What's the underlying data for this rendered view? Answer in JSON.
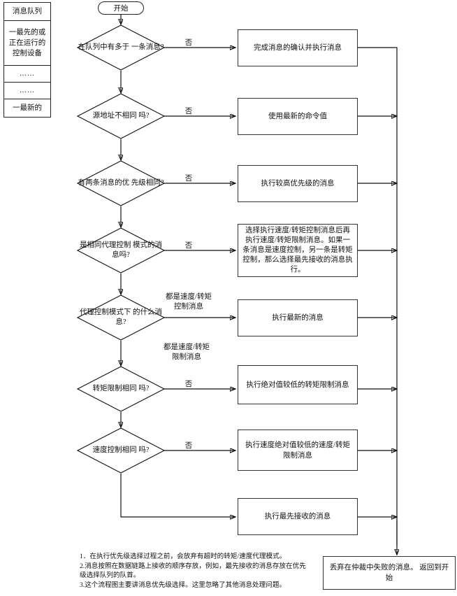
{
  "legend": {
    "title": "消息队列",
    "rows": [
      {
        "text": "消息队列"
      },
      {
        "text": "一最先的或\n正在运行的\n控制设备"
      },
      {
        "text": "……"
      },
      {
        "text": "……"
      },
      {
        "text": "一最新的"
      }
    ]
  },
  "flow": {
    "start": "开始",
    "decisions": [
      {
        "id": "d1",
        "text": "在队列中有多于\n一条消息?"
      },
      {
        "id": "d2",
        "text": "源地址不相同\n吗?"
      },
      {
        "id": "d3",
        "text": "有两条消息的优\n先级相同?"
      },
      {
        "id": "d4",
        "text": "是相同代理控制\n模式的消息吗?"
      },
      {
        "id": "d5",
        "text": "代理控制模式下\n的什么消息?"
      },
      {
        "id": "d6",
        "text": "转矩限制相同\n吗?"
      },
      {
        "id": "d7",
        "text": "速度控制相同\n吗?"
      }
    ],
    "processes": [
      {
        "id": "p1",
        "text": "完成消息的确认并执行消息"
      },
      {
        "id": "p2",
        "text": "使用最新的命令值"
      },
      {
        "id": "p3",
        "text": "执行较高优先级的消息"
      },
      {
        "id": "p4",
        "text": "选择执行速度/转矩控制消息后再执行速度/转矩限制消息。如果一条消息是速度控制，另一条是转矩控制，那么选择最先接收的消息执行。"
      },
      {
        "id": "p5",
        "text": "执行最新的消息"
      },
      {
        "id": "p6",
        "text": "执行绝对值较低的转矩限制消息"
      },
      {
        "id": "p7",
        "text": "执行速度绝对值较低的速度/转矩限制消息"
      },
      {
        "id": "p8",
        "text": "执行最先接收的消息"
      }
    ],
    "end": "丢弃在仲裁中失败的消息。\n返回到开始",
    "edge_labels": [
      {
        "id": "e1",
        "text": "否"
      },
      {
        "id": "e2",
        "text": "否"
      },
      {
        "id": "e3",
        "text": "否"
      },
      {
        "id": "e4",
        "text": "否"
      },
      {
        "id": "e5",
        "text": "都是速度/转矩\n控制消息"
      },
      {
        "id": "e6",
        "text": "都是速度/转矩\n限制消息"
      },
      {
        "id": "e7",
        "text": "否"
      },
      {
        "id": "e8",
        "text": "否"
      }
    ]
  },
  "notes": "1．在执行优先级选择过程之前，会放弃有超时的转矩/速度代理模式。\n2.消息按照在数据链路上接收的顺序存放，例如，最先接收的消息存放在优先级选择队列的队首。\n3.这个流程图主要讲消息优先级选择。这里忽略了其他消息处理问题。",
  "colors": {
    "line": "#111111",
    "box_border": "#333333",
    "background": "#ffffff"
  }
}
